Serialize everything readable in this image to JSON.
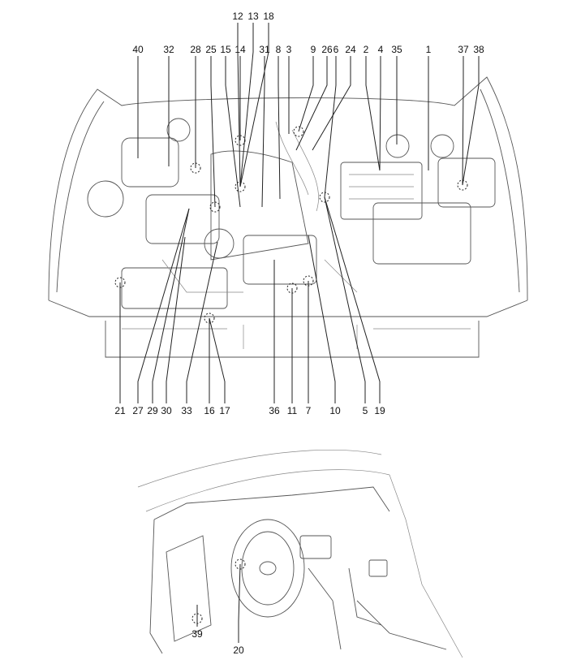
{
  "title": "Component location diagram",
  "engine_labels_top": [
    "40",
    "32",
    "28",
    "25",
    "15",
    "14",
    "31",
    "8",
    "3",
    "9",
    "26",
    "6",
    "24",
    "2",
    "4",
    "35",
    "1",
    "37",
    "38"
  ],
  "engine_labels_group_top": [
    "12",
    "13",
    "18"
  ],
  "engine_labels_bottom": [
    "21",
    "27",
    "29",
    "30",
    "33",
    "16",
    "17",
    "36",
    "11",
    "7",
    "10",
    "5",
    "19"
  ],
  "interior_labels": [
    "39",
    "20"
  ]
}
